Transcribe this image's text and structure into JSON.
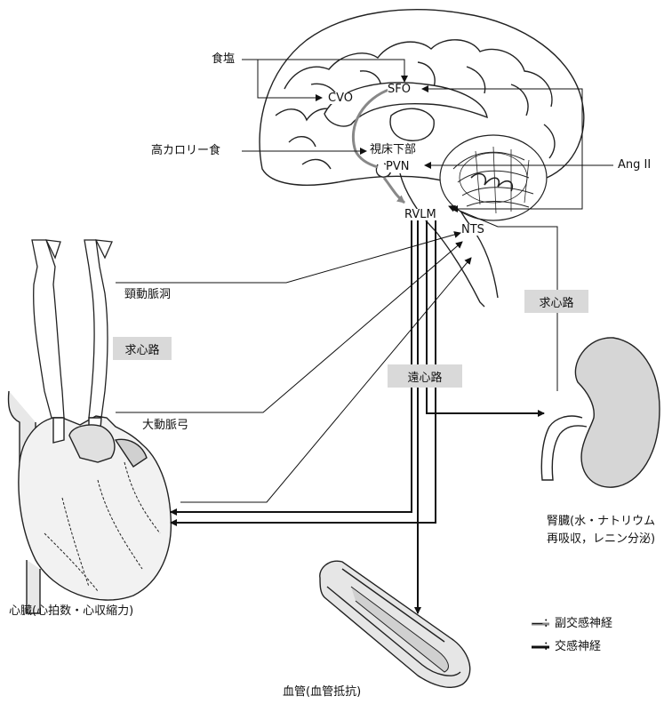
{
  "labels": {
    "salt": "食塩",
    "high_calorie": "高カロリー食",
    "sfo": "SFO",
    "cvo": "CVO",
    "hypothalamus": "視床下部",
    "pvn": "PVN",
    "ang2": "Ang II",
    "rvlm": "RVLM",
    "nts": "NTS",
    "carotid_sinus": "頸動脈洞",
    "aortic_arch": "大動脈弓",
    "afferent_left": "求心路",
    "afferent_right": "求心路",
    "efferent": "遠心路",
    "kidney_line1": "腎臓(水・ナトリウム",
    "kidney_line2": "再吸収，レニン分泌)",
    "heart": "心臓(心拍数・心収縮力)",
    "vessel": "血管(血管抵抗)",
    "legend_parasympathetic": "—：副交感神経",
    "legend_sympathetic": "—：交感神経"
  },
  "colors": {
    "parasympathetic": "#9a9a9a",
    "sympathetic": "#111111",
    "box_fill": "#d9d9d9",
    "organ_fill": "#f2f2f2",
    "kidney_fill": "#d6d6d6"
  }
}
